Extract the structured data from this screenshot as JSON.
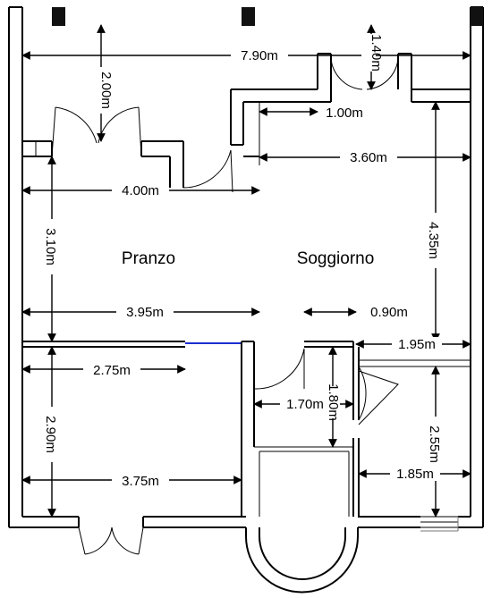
{
  "rooms": {
    "pranzo": "Pranzo",
    "soggiorno": "Soggiorno"
  },
  "dimensions": {
    "total_width": "7.90m",
    "bay_depth": "1.40m",
    "left_top": "2.00m",
    "bay_offset": "1.00m",
    "soggiorno_width": "3.60m",
    "pranzo_width": "4.00m",
    "soggiorno_depth": "4.35m",
    "pranzo_depth": "3.10m",
    "pranzo_width_lower": "3.95m",
    "bay_small": "0.90m",
    "right_room_width": "1.95m",
    "room_a_width": "2.75m",
    "hall_width": "1.70m",
    "hall_depth": "1.80m",
    "room_a_depth": "2.90m",
    "right_room_depth": "2.55m",
    "room_a_width_lower": "3.75m",
    "right_room_width_lower": "1.85m"
  },
  "colors": {
    "wall": "#000000",
    "pillar": "#111111",
    "window_line": "#1a2fd0"
  }
}
